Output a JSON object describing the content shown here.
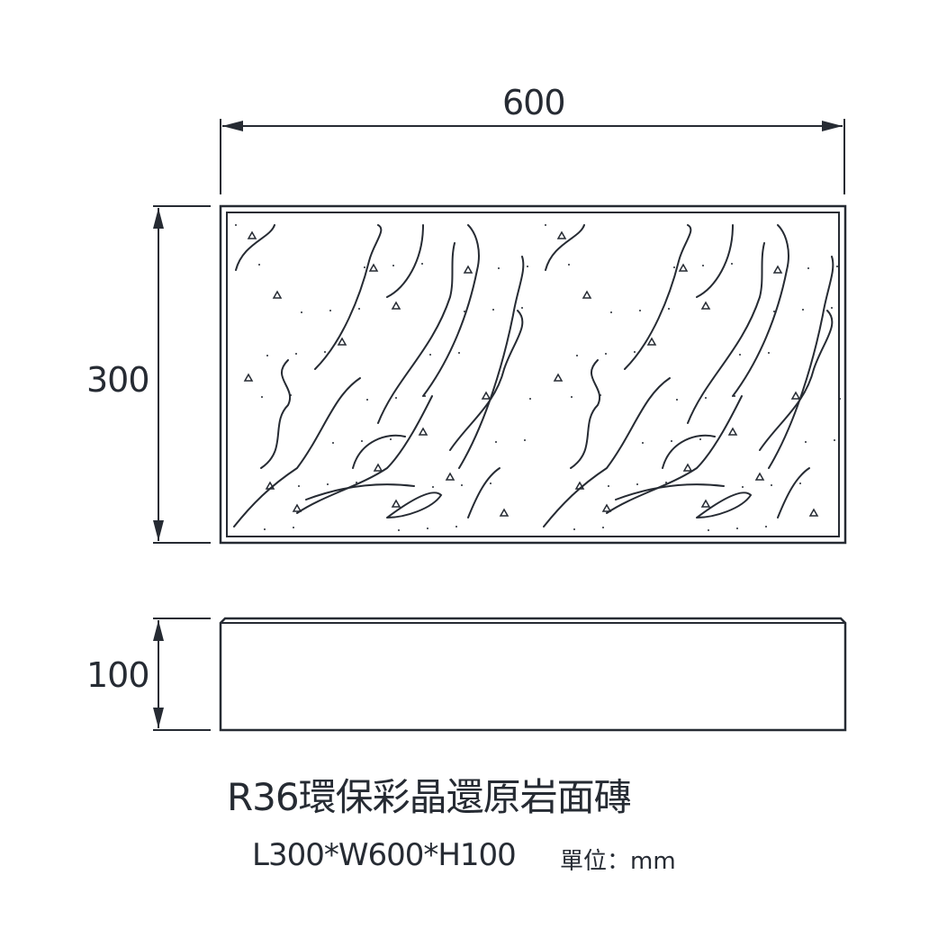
{
  "dimensions": {
    "width": "600",
    "height_top": "300",
    "thickness": "100"
  },
  "product": {
    "name": "R36環保彩晶還原岩面磚",
    "spec": "L300*W600*H100",
    "unit": "單位：mm"
  },
  "colors": {
    "line": "#262b33"
  }
}
